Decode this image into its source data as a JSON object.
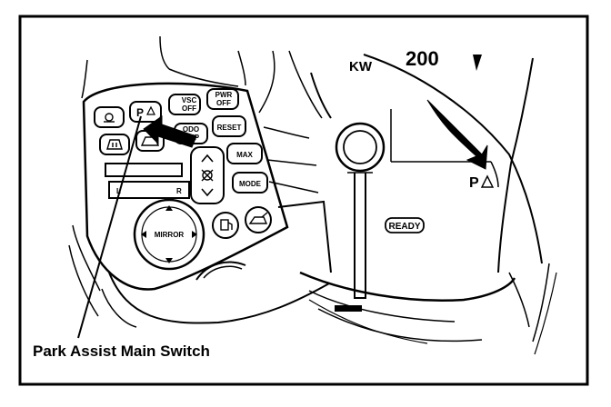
{
  "caption": "Park Assist Main Switch",
  "panel": {
    "buttons": {
      "reset": "RESET",
      "odo_trip_top": "ODO",
      "odo_trip_bottom": "TRIP",
      "max": "MAX",
      "mode": "MODE",
      "vsc_top": "VSC",
      "vsc_bottom": "OFF",
      "pws_top": "PWR",
      "pws_bottom": "OFF",
      "mirror": "MIRROR",
      "mirror_left": "L",
      "mirror_right": "R"
    },
    "icons": [
      "lamp-icon",
      "park-assist-icon",
      "defogger-icon",
      "car-icon",
      "fuel-door-icon",
      "trunk-icon",
      "fan-icon",
      "arrow-up-icon",
      "arrow-down-icon"
    ]
  },
  "gauge": {
    "unit": "KW",
    "scale_value": "200",
    "ready_label": "READY",
    "indicator_label": "P"
  }
}
